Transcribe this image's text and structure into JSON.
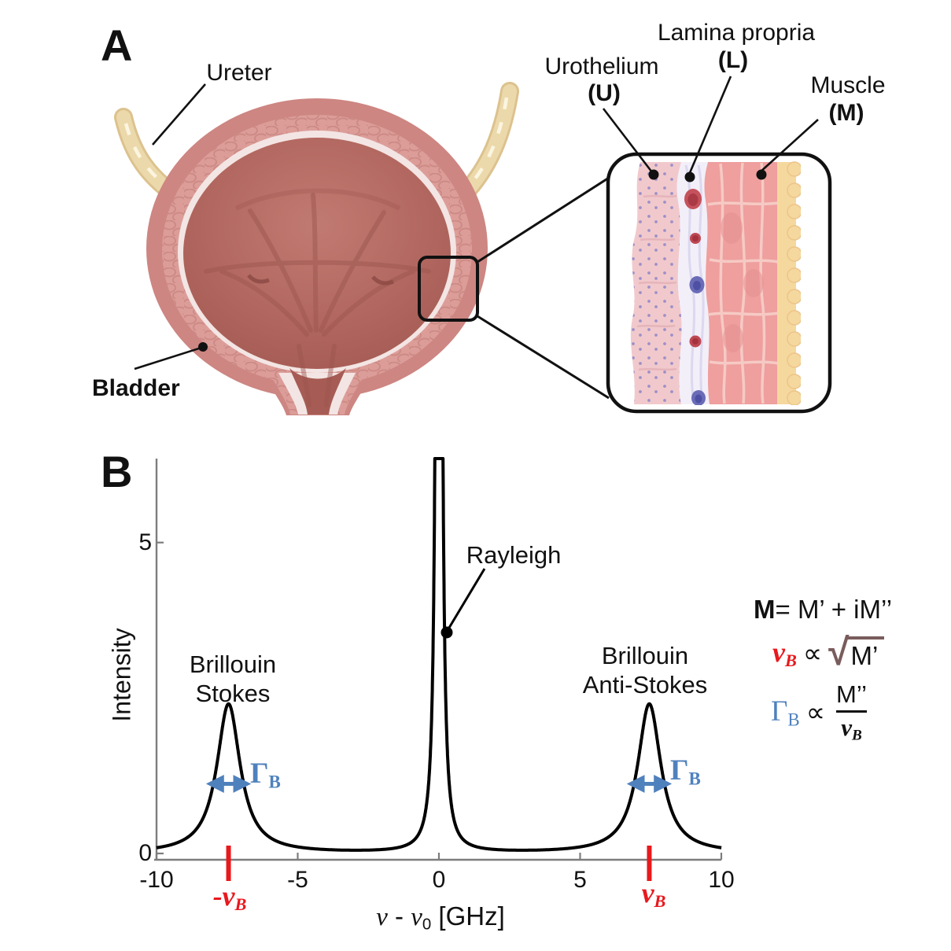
{
  "panel_a": {
    "label": "A",
    "ureter_label": "Ureter",
    "bladder_label": "Bladder",
    "layers": [
      {
        "name": "Urothelium",
        "abbr": "(U)"
      },
      {
        "name": "Lamina propria",
        "abbr": "(L)"
      },
      {
        "name": "Muscle",
        "abbr": "(M)"
      }
    ]
  },
  "panel_b": {
    "label": "B",
    "ylabel": "Intensity",
    "xlabel": {
      "nu1": "ν",
      "dash": " - ",
      "nu2": "ν",
      "sub0": "0",
      "unit": " [GHz]"
    },
    "annotations": {
      "rayleigh": "Rayleigh",
      "stokes": [
        "Brillouin",
        "Stokes"
      ],
      "anti_stokes": [
        "Brillouin",
        "Anti-Stokes"
      ],
      "gamma": "Γ",
      "gamma_sub": "B",
      "nu_neg": "-ν",
      "nu_pos": "ν",
      "nu_sub": "B"
    }
  },
  "equations": {
    "complex_modulus": {
      "lhs": "M",
      "rhs": " = M’ + iM’’"
    },
    "shift": {
      "symbol": "ν",
      "sub": "B",
      "relation": "∝",
      "radical": "√",
      "radicand": "M’"
    },
    "linewidth": {
      "symbol": "Γ",
      "sub": "B",
      "relation": "∝",
      "numerator": "M’’",
      "den_symbol": "ν",
      "den_sub": "B"
    }
  },
  "chart_data": {
    "type": "line",
    "title": "Brillouin light scattering spectrum",
    "xlabel": "ν - ν₀ [GHz]",
    "ylabel": "Intensity",
    "xlim": [
      -10,
      10
    ],
    "ylim": [
      0,
      6.35
    ],
    "x_ticks": [
      -10,
      -5,
      0,
      5,
      10
    ],
    "y_ticks": [
      0,
      5
    ],
    "grid": false,
    "brillouin_shift_ghz": 7.45,
    "peaks": [
      {
        "label": "Brillouin Stokes",
        "center_ghz": -7.45,
        "amplitude": 2.4,
        "hwhm_ghz": 0.5,
        "shape": "lorentzian"
      },
      {
        "label": "Rayleigh",
        "center_ghz": 0,
        "amplitude": 60,
        "hwhm_ghz": 0.05,
        "shape": "lorentzian",
        "clipped_at_top": true
      },
      {
        "label": "Brillouin Anti-Stokes",
        "center_ghz": 7.45,
        "amplitude": 2.4,
        "hwhm_ghz": 0.5,
        "shape": "lorentzian"
      }
    ],
    "linewidth_marker": {
      "intensity": 1.12,
      "half_span_ghz": 0.64
    }
  },
  "colors": {
    "accent_red": "#e8191d",
    "accent_blue": "#4f81bd",
    "radical_brown": "#7a5c5c",
    "curve_black": "#000000",
    "axis_gray": "#7d7d7d",
    "bladder_wall": "#cd8682",
    "bladder_muscle": "#dc9d99",
    "bladder_seam": "#f3e5e3",
    "bladder_lumen": "#b26860",
    "ureter_tan": "#ecd9ab",
    "inset_urothelium": "#f1c9cc",
    "inset_lamina": "#f2eff9",
    "inset_muscle": "#ee9f9e",
    "inset_fat": "#f5d89e"
  }
}
